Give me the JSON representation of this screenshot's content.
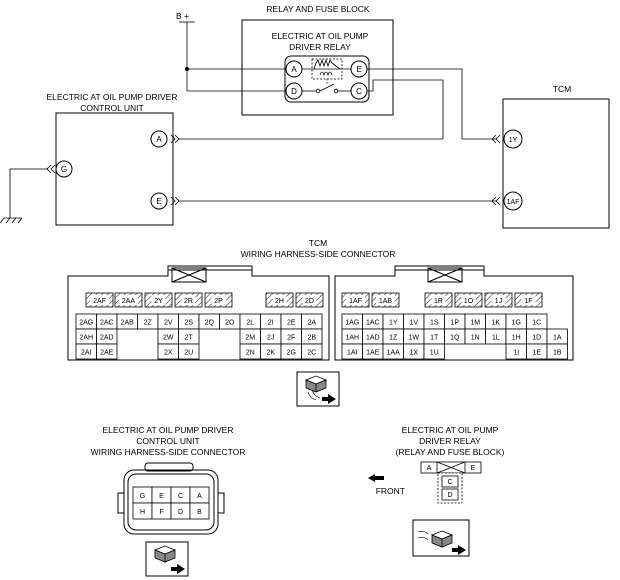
{
  "power_label": "B +",
  "relay_block": {
    "title": "RELAY AND FUSE BLOCK",
    "relay_name": [
      "ELECTRIC AT OIL PUMP",
      "DRIVER RELAY"
    ],
    "pins": [
      "A",
      "E",
      "D",
      "C"
    ]
  },
  "control_unit": {
    "name": [
      "ELECTRIC AT OIL PUMP DRIVER",
      "CONTROL UNIT"
    ],
    "pins": [
      "A",
      "G",
      "E"
    ]
  },
  "tcm": {
    "name": "TCM",
    "pins": [
      "1Y",
      "1AF"
    ]
  },
  "tcm_connector": {
    "title": [
      "TCM",
      "WIRING HARNESS-SIDE CONNECTOR"
    ],
    "left_top_row": [
      "2AF",
      "2AA",
      "2Y",
      "2R",
      "2P",
      "2H",
      "2D"
    ],
    "left_rows": [
      [
        "2AG",
        "2AC",
        "2AB",
        "2Z",
        "2V",
        "2S",
        "2Q",
        "2O",
        "2L",
        "2I",
        "2E",
        "2A"
      ],
      [
        "2AH",
        "2AD",
        "",
        "",
        "2W",
        "2T",
        "",
        "",
        "2M",
        "2J",
        "2F",
        "2B"
      ],
      [
        "2AI",
        "2AE",
        "",
        "",
        "2X",
        "2U",
        "",
        "",
        "2N",
        "2K",
        "2G",
        "2C"
      ]
    ],
    "right_top_row": [
      "1AF",
      "1AB",
      "1R",
      "1O",
      "1J",
      "1F"
    ],
    "right_rows": [
      [
        "1AG",
        "1AC",
        "1Y",
        "1V",
        "1S",
        "1P",
        "1M",
        "1K",
        "1G",
        "1C"
      ],
      [
        "1AH",
        "1AD",
        "1Z",
        "1W",
        "1T",
        "1Q",
        "1N",
        "1L",
        "1H",
        "1D",
        "1A"
      ],
      [
        "1AI",
        "1AE",
        "1AA",
        "1X",
        "1U",
        "",
        "",
        "",
        "1I",
        "1E",
        "1B"
      ]
    ]
  },
  "cu_connector": {
    "title": [
      "ELECTRIC AT OIL PUMP DRIVER",
      "CONTROL UNIT",
      "WIRING HARNESS-SIDE CONNECTOR"
    ],
    "rows": [
      [
        "G",
        "E",
        "C",
        "A"
      ],
      [
        "H",
        "F",
        "D",
        "B"
      ]
    ]
  },
  "relay_connector": {
    "title": [
      "ELECTRIC AT OIL PUMP",
      "DRIVER RELAY",
      "(RELAY AND FUSE BLOCK)"
    ],
    "top_pins": [
      "A",
      "E"
    ],
    "pins": [
      "C",
      "D"
    ],
    "front_label": "FRONT"
  }
}
